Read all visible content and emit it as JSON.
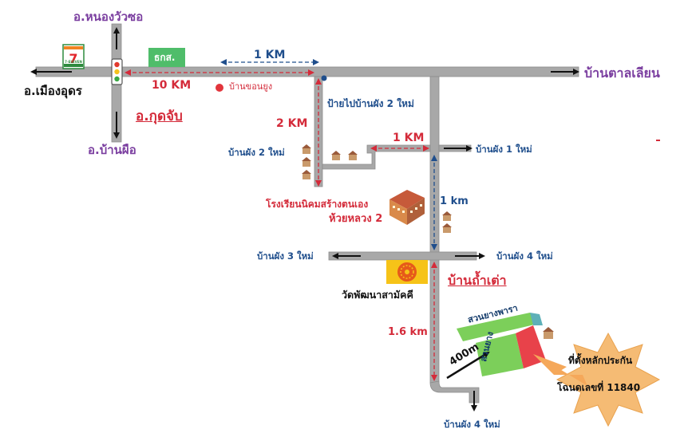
{
  "places": {
    "north": "อ.หนองวัวซอ",
    "west": "อ.เมืองอุดร",
    "south": "อ.บ้านผือ",
    "east": "บ้านตาลเลียน",
    "district": "อ.กุดจับ",
    "village_khon_yung": "บ้านขอนยูง",
    "sign": "ป้ายไปบ้านผัง 2 ใหม่",
    "ban_phang_1": "บ้านผัง 1 ใหม่",
    "ban_phang_2": "บ้านผัง 2 ใหม่",
    "ban_phang_3": "บ้านผัง 3 ใหม่",
    "ban_phang_4_east": "บ้านผัง 4 ใหม่",
    "ban_phang_4_south": "บ้านผัง 4 ใหม่",
    "school_line1": "โรงเรียนนิคมสร้างตนเอง",
    "school_line2": "ห้วยหลวง 2",
    "ban_tham_tao": "บ้านถ้ำเต่า",
    "temple": "วัดพัฒนาสามัคคี",
    "para_rubber": "สวนยางพารา",
    "rubber": "สวนยาง"
  },
  "landmarks": {
    "store_logo_text": "7-ELEVEN",
    "bank": "ธกส."
  },
  "distances": {
    "d_1km_top": "1 KM",
    "d_10km": "10 KM",
    "d_2km": "2 KM",
    "d_1km_mid": "1 KM",
    "d_1km_small": "1 km",
    "d_1_6km": "1.6 km",
    "d_400m": "400m"
  },
  "marker": {
    "line1": "ที่ตั้งหลักประกัน",
    "line2": "โฉนดเลขที่ 11840"
  },
  "colors": {
    "road": "#a8a8a8",
    "road_edge": "#8c8c8c",
    "distance_red": "#d42b3a",
    "distance_blue": "#1f4e8c",
    "place_purple": "#7b3fa0",
    "plot_green": "#7ccf5a",
    "plot_red": "#e8424a",
    "star": "#f5bb74"
  }
}
